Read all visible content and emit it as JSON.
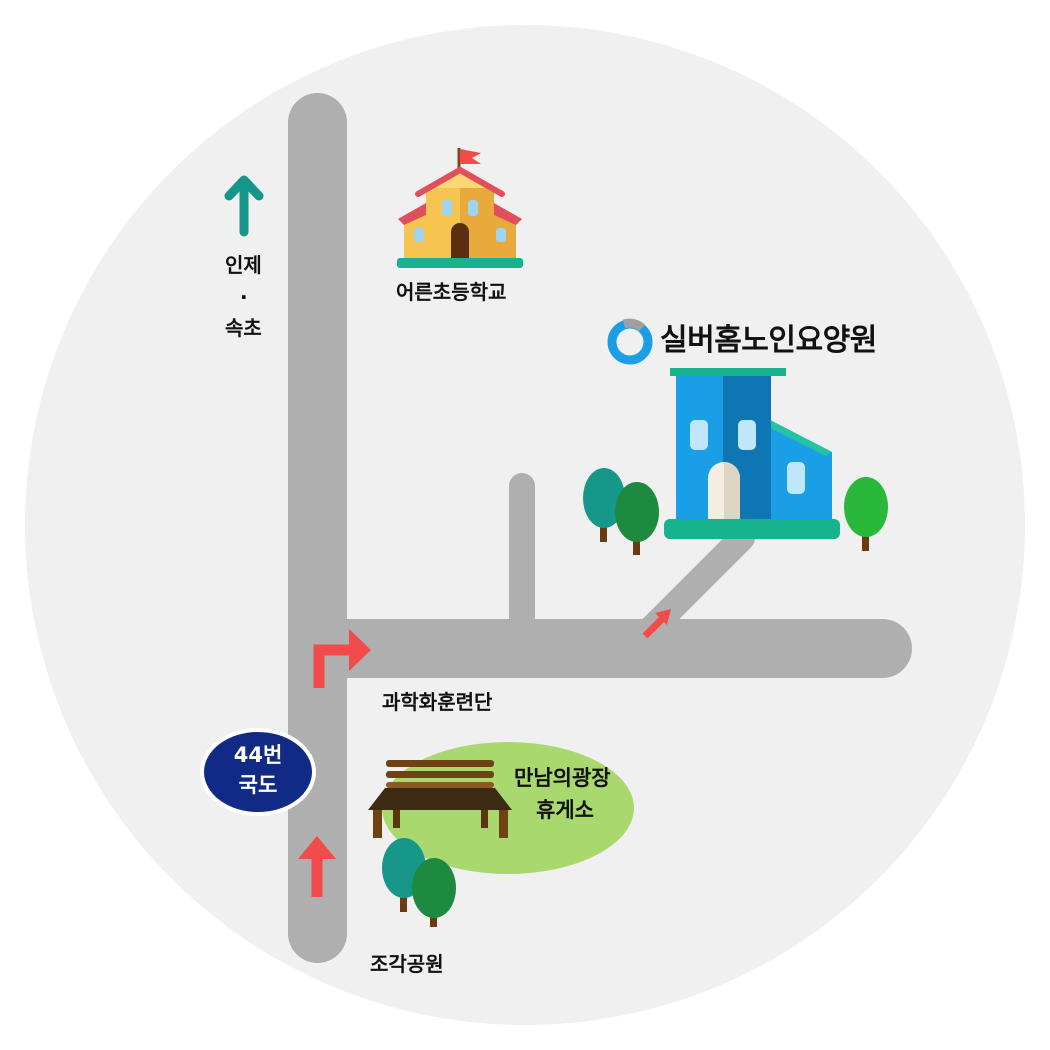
{
  "map": {
    "highway_badge": {
      "line1": "44번",
      "line2": "국도"
    },
    "north_direction": {
      "line1": "인제",
      "separator": "·",
      "line2": "속초"
    },
    "landmarks": {
      "school": "어른초등학교",
      "nursing_home": "실버홈노인요양원",
      "training_center": "과학화훈련단",
      "rest_area_line1": "만남의광장",
      "rest_area_line2": "휴게소",
      "sculpture_park": "조각공원"
    },
    "colors": {
      "background_circle": "#f0f0f0",
      "road": "#afafaf",
      "route_arrow": "#f24b4b",
      "direction_arrow": "#14968a",
      "badge": "#102a85",
      "building_blue": "#1a9fe6",
      "plaza_green": "#a9d86e"
    }
  }
}
